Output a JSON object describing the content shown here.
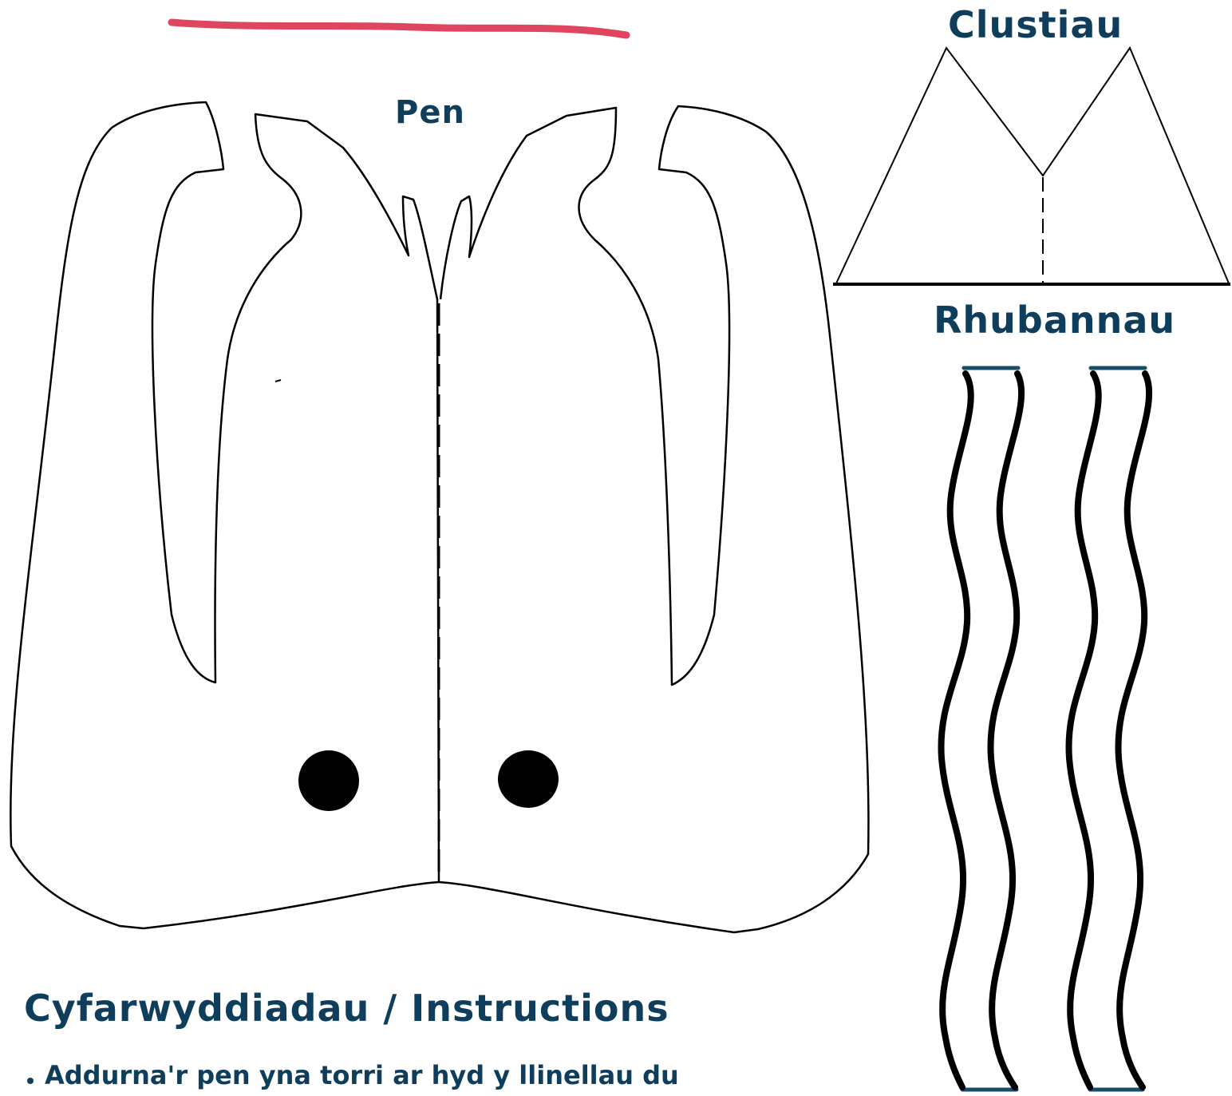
{
  "page": {
    "labels": {
      "head": "Pen",
      "ears": "Clustiau",
      "ribbons": "Rhubannau"
    },
    "instructions": {
      "heading": "Cyfarwyddiadau / Instructions",
      "items": [
        "Addurna'r pen yna torri ar hyd y llinellau du"
      ]
    }
  },
  "colors": {
    "text": "#0f3d5c",
    "accent_stroke": "#e0455f",
    "outline": "#000000",
    "ribbon_cap": "#1a4d66"
  }
}
